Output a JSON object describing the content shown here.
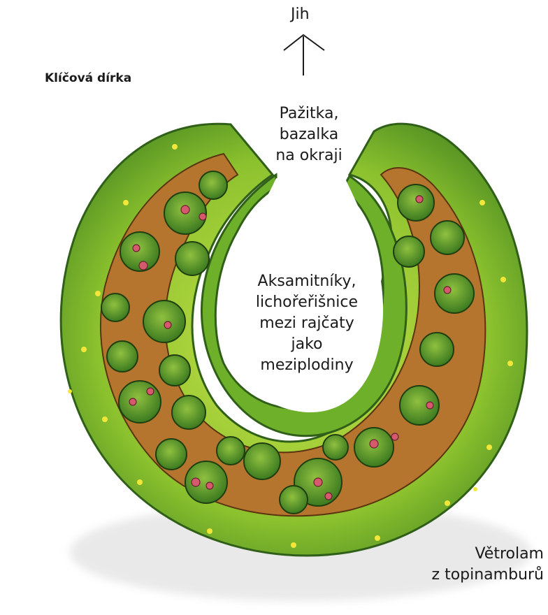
{
  "title": "Klíčová dírka",
  "direction": {
    "label": "Jih",
    "icon": "arrow-up-icon"
  },
  "labels": {
    "herbs": [
      "Pažitka,",
      "bazalka",
      "na okraji"
    ],
    "inner": [
      "Aksamitníky,",
      "lichořeřišnice",
      "mezi rajčaty",
      "jako",
      "meziplodiny"
    ],
    "windbreak": [
      "Větrolam",
      "z topinamburů"
    ]
  },
  "colors": {
    "hedge": "#9ccf2f",
    "hedge_dark": "#3f7d1e",
    "soil": "#b5752e",
    "plant": "#4f8f2a",
    "tomato": "#d65a6e",
    "flower": "#f2e63a"
  }
}
